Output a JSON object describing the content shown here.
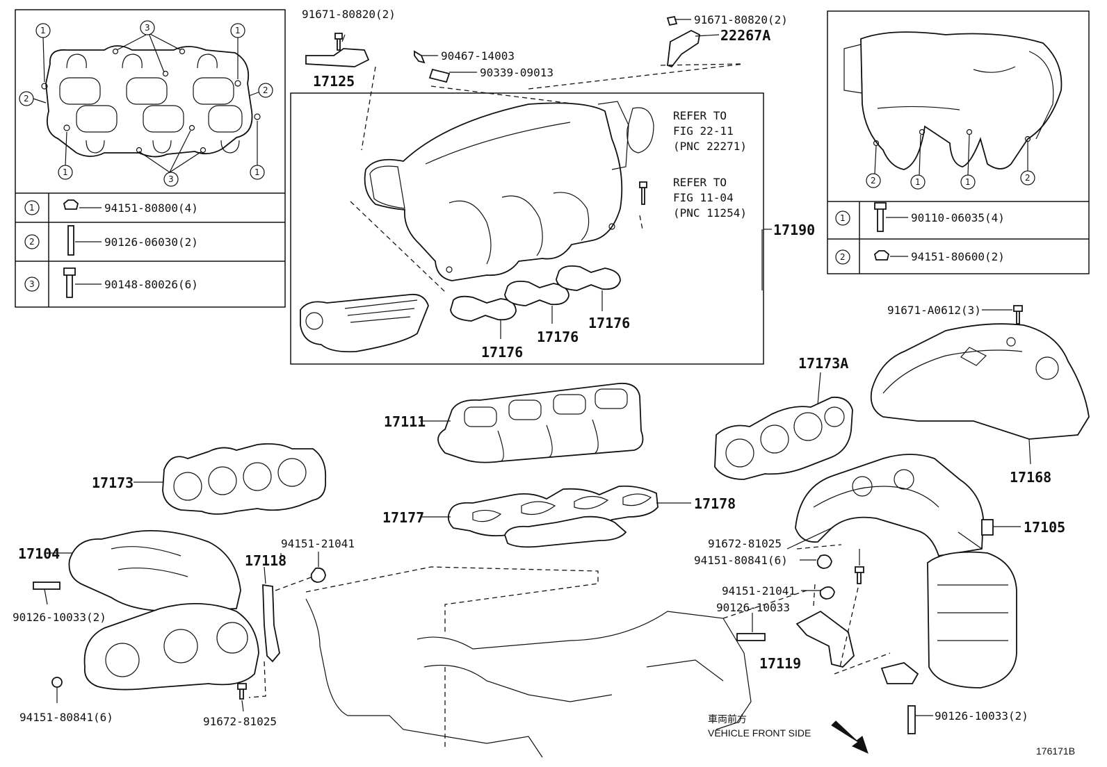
{
  "inset_left": {
    "rows": [
      {
        "mark": "1",
        "part": "94151-80800(4)"
      },
      {
        "mark": "2",
        "part": "90126-06030(2)"
      },
      {
        "mark": "3",
        "part": "90148-80026(6)"
      }
    ],
    "callouts": [
      "1",
      "3",
      "1",
      "2",
      "2",
      "1",
      "1",
      "3"
    ]
  },
  "inset_right": {
    "rows": [
      {
        "mark": "1",
        "part": "90110-06035(4)"
      },
      {
        "mark": "2",
        "part": "94151-80600(2)"
      }
    ],
    "callouts": [
      "2",
      "1",
      "1",
      "2"
    ]
  },
  "labels": {
    "p91671_80820_a": "91671-80820(2)",
    "p91671_80820_b": "91671-80820(2)",
    "p22267A": "22267A",
    "p90467": "90467-14003",
    "p90339": "90339-09013",
    "p17125": "17125",
    "refer1_l1": "REFER TO",
    "refer1_l2": "FIG 22-11",
    "refer1_l3": "(PNC 22271)",
    "refer2_l1": "REFER TO",
    "refer2_l2": "FIG 11-04",
    "refer2_l3": "(PNC 11254)",
    "p17190": "17190",
    "p17176a": "17176",
    "p17176b": "17176",
    "p17176c": "17176",
    "p91671_A0612": "91671-A0612(3)",
    "p17173A": "17173A",
    "p17111": "17111",
    "p17168": "17168",
    "p17173": "17173",
    "p17177": "17177",
    "p17178": "17178",
    "p17105": "17105",
    "p17104": "17104",
    "p17118": "17118",
    "p94151_21041_a": "94151-21041",
    "p94151_21041_b": "94151-21041",
    "p91672_81025_a": "91672-81025",
    "p91672_81025_b": "91672-81025",
    "p94151_80841_a": "94151-80841(6)",
    "p94151_80841_b": "94151-80841(6)",
    "p90126_10033_a": "90126-10033(2)",
    "p90126_10033_b": "90126-10033",
    "p90126_10033_c": "90126-10033(2)",
    "p17119": "17119",
    "front_jp": "車両前方",
    "front_en": "VEHICLE FRONT SIDE",
    "fig_id": "176171B"
  }
}
